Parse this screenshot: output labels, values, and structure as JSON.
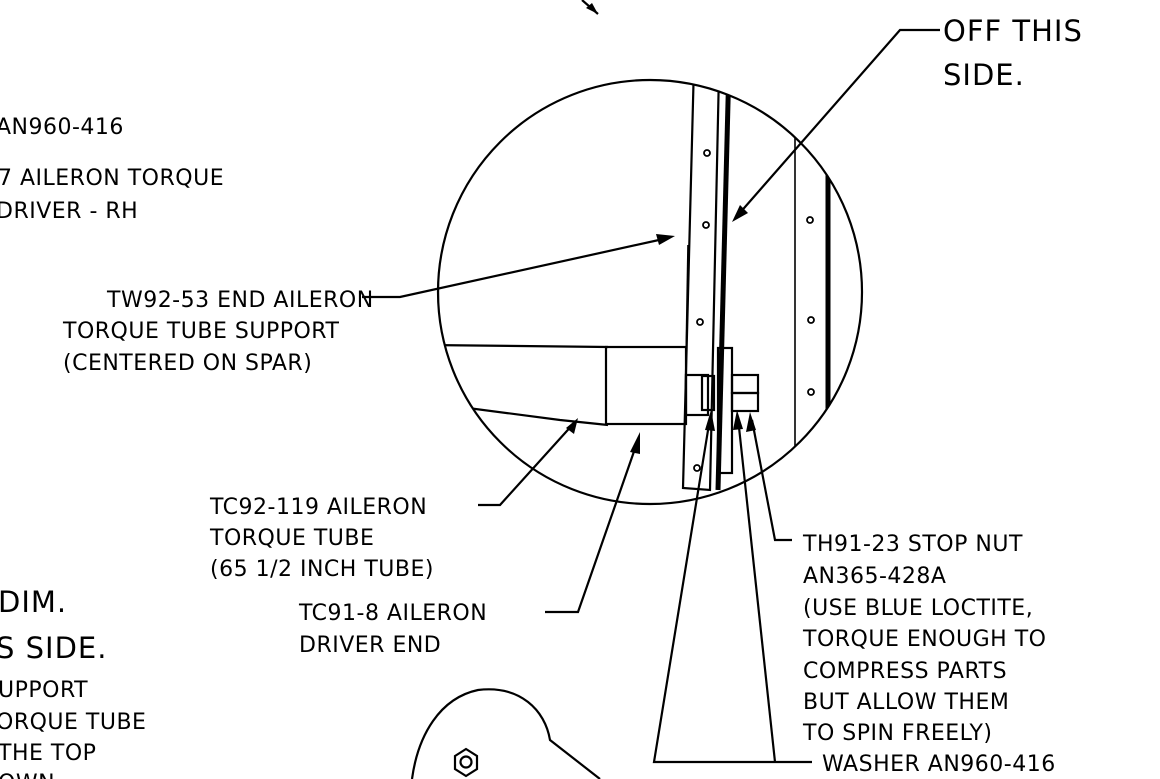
{
  "notes": {
    "off_this_side": [
      "OFF THIS",
      "SIDE."
    ],
    "washer_top_left": "AN960-416",
    "aileron_driver_rh": [
      "7 AILERON TORQUE",
      "DRIVER - RH"
    ],
    "tw92_53": [
      "TW92-53 END AILERON",
      "TORQUE TUBE SUPPORT",
      "(CENTERED ON SPAR)"
    ],
    "tc92_119": [
      "TC92-119 AILERON",
      "TORQUE TUBE",
      "(65 1/2 INCH TUBE)"
    ],
    "tc91_8": [
      "TC91-8 AILERON",
      "DRIVER END"
    ],
    "left_dim": [
      "DIM.",
      "S SIDE."
    ],
    "left_support": [
      "UPPORT",
      "ORQUE TUBE",
      "THE TOP",
      "OWN"
    ],
    "th91_23": [
      "TH91-23 STOP NUT",
      "AN365-428A",
      "(USE BLUE LOCTITE,",
      "TORQUE ENOUGH TO",
      "COMPRESS PARTS",
      "BUT ALLOW THEM",
      "TO SPIN FREELY)"
    ],
    "washer_bottom": "WASHER AN960-416"
  }
}
